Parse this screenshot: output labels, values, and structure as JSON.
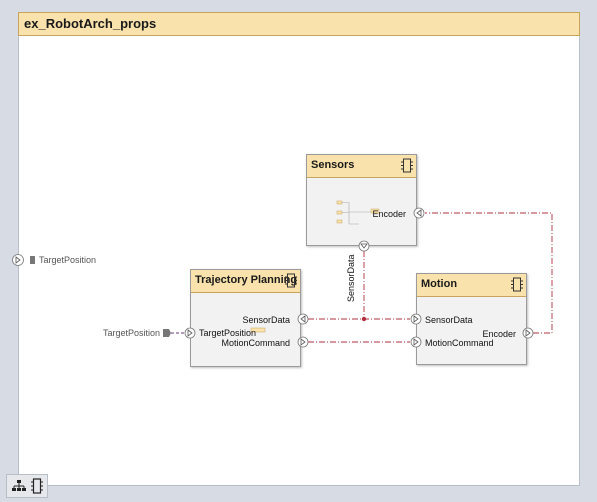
{
  "model": {
    "title": "ex_RobotArch_props"
  },
  "components": {
    "sensors": {
      "title": "Sensors",
      "ports": {
        "encoder": "Encoder",
        "sensor_data": "SensorData"
      }
    },
    "trajectory": {
      "title": "Trajectory Planning",
      "ports": {
        "sensor_data": "SensorData",
        "target_position": "TargetPosition",
        "motion_command": "MotionCommand"
      }
    },
    "motion": {
      "title": "Motion",
      "ports": {
        "sensor_data": "SensorData",
        "motion_command": "MotionCommand",
        "encoder": "Encoder"
      }
    }
  },
  "external_ports": {
    "left": "TargetPosition",
    "inner": "TargetPosition"
  },
  "colors": {
    "header": "#f9e2ab",
    "header_border": "#c9a45e",
    "connector_red": "#b03040",
    "connector_purple": "#6a3a7a"
  },
  "icons": [
    "component-icon",
    "hierarchy-icon",
    "component-view-icon"
  ]
}
